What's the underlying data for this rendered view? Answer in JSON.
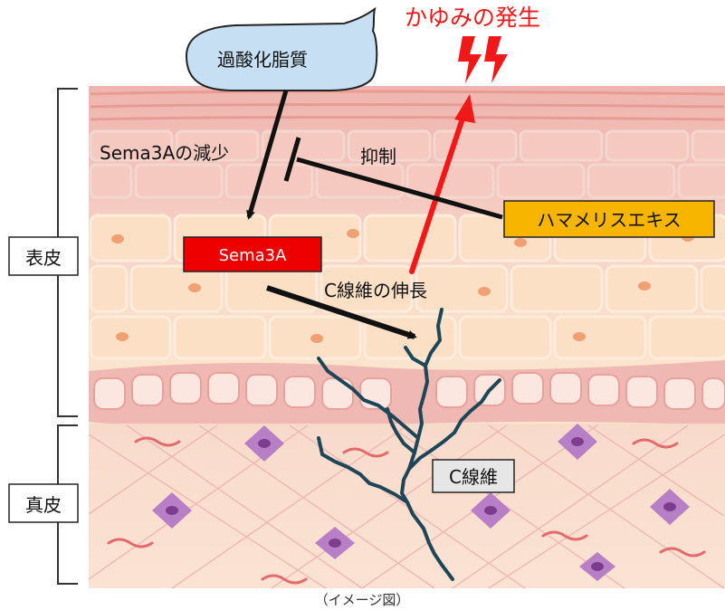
{
  "labels": {
    "peroxide": "過酸化脂質",
    "itch": "かゆみの発生",
    "sema_decrease": "Sema3Aの減少",
    "inhibit": "抑制",
    "hamamelis": "ハマメリスエキス",
    "sema3a": "Sema3A",
    "cfiber_extension": "C線維の伸長",
    "epidermis": "表皮",
    "dermis": "真皮",
    "cfiber": "C線維",
    "caption": "（イメージ図）"
  },
  "colors": {
    "itch_red": "#f01818",
    "sema_box": "#ee0000",
    "hamamelis_box": "#f7b500",
    "bubble": "#c6dff3",
    "nerve": "#1d4658",
    "arrow": "#111111"
  }
}
